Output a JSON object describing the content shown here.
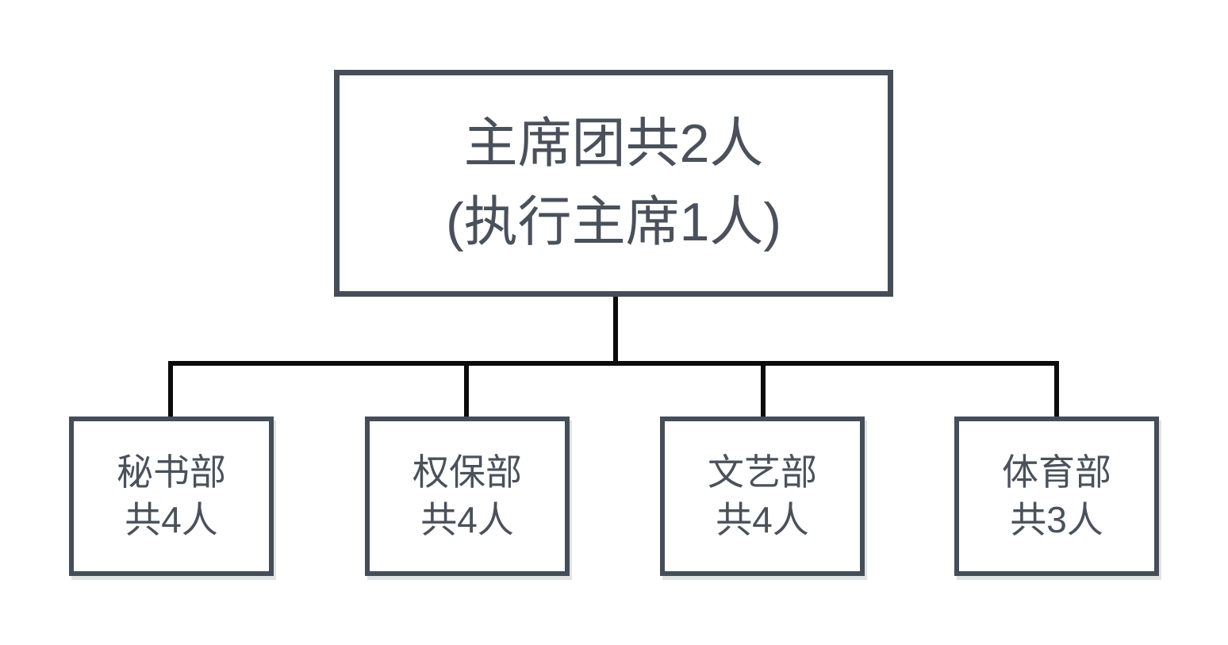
{
  "diagram": {
    "title": "student-union-org-chart",
    "root": {
      "line1": "主席团共2人",
      "line2": "(执行主席1人)"
    },
    "children": [
      {
        "name": "秘书部",
        "count": "共4人"
      },
      {
        "name": "权保部",
        "count": "共4人"
      },
      {
        "name": "文艺部",
        "count": "共4人"
      },
      {
        "name": "体育部",
        "count": "共3人"
      }
    ],
    "colors": {
      "background": "#ffffff",
      "box_border": "#454d58",
      "text": "#4a515b",
      "connector": "#0b0b0b"
    }
  }
}
